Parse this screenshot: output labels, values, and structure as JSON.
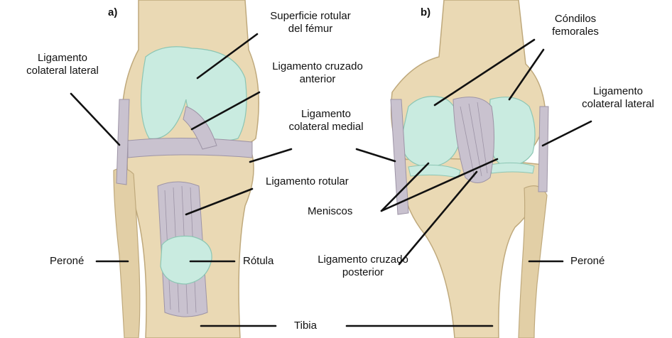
{
  "panels": {
    "a": "a)",
    "b": "b)"
  },
  "labels": {
    "superficie_l1": "Superficie rotular",
    "superficie_l2": "del fémur",
    "lig_cruzado_ant_l1": "Ligamento cruzado",
    "lig_cruzado_ant_l2": "anterior",
    "lig_col_lat_a_l1": "Ligamento",
    "lig_col_lat_a_l2": "colateral lateral",
    "lig_col_med_l1": "Ligamento",
    "lig_col_med_l2": "colateral medial",
    "lig_rotular": "Ligamento rotular",
    "perone_a": "Peroné",
    "rotula": "Rótula",
    "tibia": "Tibia",
    "condilos_l1": "Cóndilos",
    "condilos_l2": "femorales",
    "lig_col_lat_b_l1": "Ligamento",
    "lig_col_lat_b_l2": "colateral lateral",
    "meniscos": "Meniscos",
    "lig_cruzado_post_l1": "Ligamento cruzado",
    "lig_cruzado_post_l2": "posterior",
    "perone_b": "Peroné"
  },
  "colors": {
    "bone": "#ead9b4",
    "bone_shade": "#d6c196",
    "cartilage": "#c9ebe0",
    "ligament": "#c9c2cf",
    "ligament_stroke": "#9d94a6",
    "leader": "#111111"
  }
}
